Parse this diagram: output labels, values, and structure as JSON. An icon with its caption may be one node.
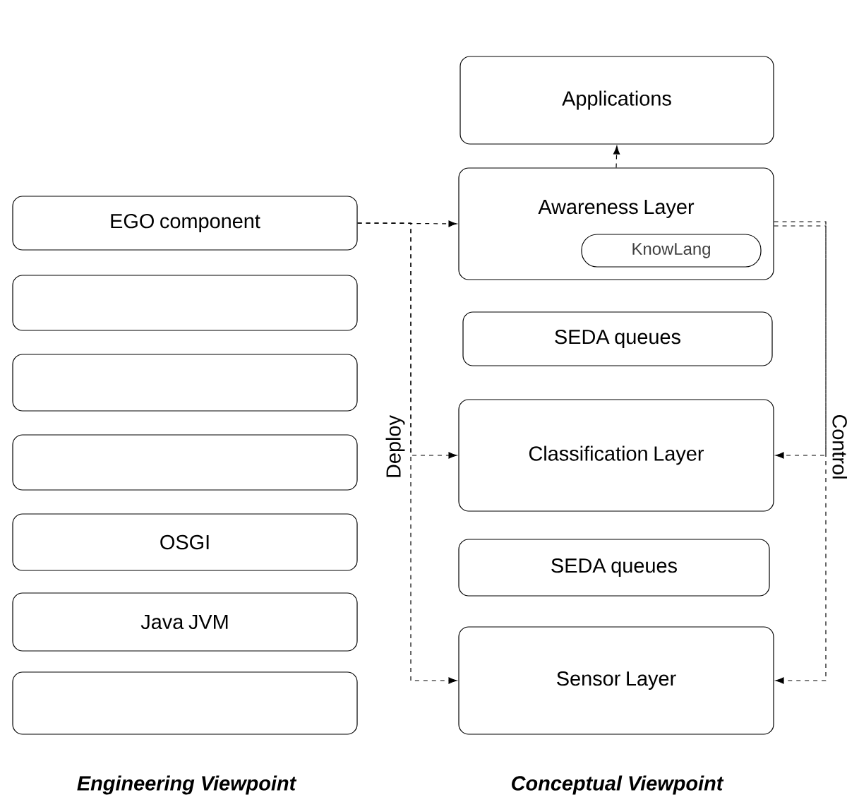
{
  "diagram": {
    "nodes": [
      {
        "text": [
          "Applications"
        ]
      },
      {
        "text": [
          "EGO component"
        ]
      },
      {
        "text": [
          "Awareness Layer"
        ]
      },
      {
        "text": [
          "KnowLang"
        ],
        "in": 2
      },
      {
        "text": [],
        "shape": "box"
      },
      {
        "text": [
          "SEDA queues"
        ]
      },
      {
        "text": [],
        "shape": "box"
      },
      {
        "text": [
          "Classification Layer"
        ]
      },
      {
        "text": [],
        "shape": "box"
      },
      {
        "text": [
          "OSGI"
        ]
      },
      {
        "text": [
          "SEDA queues"
        ]
      },
      {
        "text": [
          "Java JVM"
        ]
      },
      {
        "text": [
          "Sensor Layer"
        ]
      },
      {
        "text": [],
        "shape": "box"
      }
    ],
    "edges": [
      {
        "from": 2,
        "to": 0,
        "arrow": "to",
        "style": "dashed"
      },
      {
        "from": 1,
        "to": 2,
        "arrow": "to",
        "style": "dashed"
      },
      {
        "from": 1,
        "to": 7,
        "arrow": "to",
        "style": "dashed",
        "label": "Deploy"
      },
      {
        "from": 1,
        "to": 12,
        "arrow": "to",
        "style": "dashed"
      },
      {
        "from": 2,
        "to": 7,
        "arrow": "to",
        "style": "dashed",
        "label": "Control"
      },
      {
        "from": 2,
        "to": 12,
        "arrow": "to",
        "style": "dashed"
      }
    ],
    "labels": [
      "Engineering Viewpoint",
      "Conceptual Viewpoint"
    ]
  }
}
